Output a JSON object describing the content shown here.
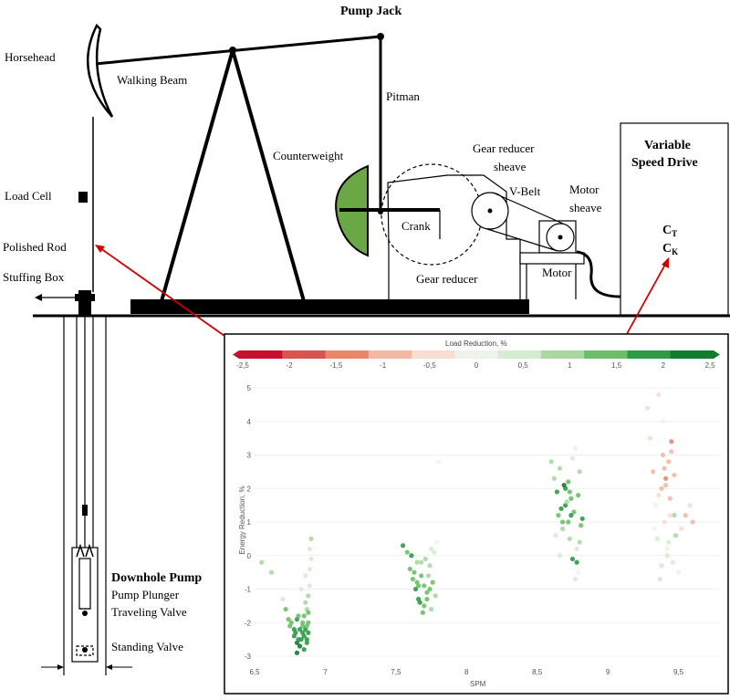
{
  "labels": {
    "title": "Pump Jack",
    "horsehead": "Horsehead",
    "walking_beam": "Walking  Beam",
    "pitman": "Pitman",
    "counterweight": "Counterweight",
    "gear_reducer_sheave_1": "Gear reducer",
    "gear_reducer_sheave_2": "sheave",
    "v_belt": "V-Belt",
    "motor_sheave_1": "Motor",
    "motor_sheave_2": "sheave",
    "crank": "Crank",
    "gear_reducer": "Gear reducer",
    "motor": "Motor",
    "vsd_1": "Variable",
    "vsd_2": "Speed Drive",
    "ct_main": "C",
    "ct_sub": "T",
    "ck_main": "C",
    "ck_sub": "K",
    "load_cell": "Load Cell",
    "polished_rod": "Polished  Rod",
    "stuffing_box": "Stuffing  Box",
    "downhole_pump": "Downhole Pump",
    "pump_plunger": "Pump Plunger",
    "traveling_valve": "Traveling  Valve",
    "standing_valve": "Standing  Valve"
  },
  "colors": {
    "counterweight": "#6aa845",
    "line": "#000000",
    "arrow": "#cc0000"
  },
  "chart_data": {
    "type": "scatter",
    "title": "Load Reduction, %",
    "xlabel": "SPM",
    "ylabel": "Energy Reduction, %",
    "xlim": [
      6.5,
      9.8
    ],
    "ylim": [
      -3,
      5
    ],
    "xticks": [
      "6,5",
      "7",
      "7,5",
      "8",
      "8,5",
      "9",
      "9,5"
    ],
    "yticks": [
      "-3",
      "-2",
      "-1",
      "0",
      "1",
      "2",
      "3",
      "4",
      "5"
    ],
    "colorbar": {
      "ticks": [
        "-2,5",
        "-2",
        "-1,5",
        "-1",
        "-0,5",
        "0",
        "0,5",
        "1",
        "1,5",
        "2",
        "2,5"
      ],
      "colors": [
        "#c8102e",
        "#d9534f",
        "#e8876a",
        "#f2b9a4",
        "#f7ddd2",
        "#eef3ec",
        "#d4ecd0",
        "#a8d8a0",
        "#6cbf68",
        "#2e9a46",
        "#107c2e"
      ]
    },
    "series": [
      {
        "x": [
          6.55,
          6.62,
          6.7,
          6.72,
          6.75,
          6.78,
          6.8,
          6.8,
          6.82,
          6.83,
          6.84,
          6.85,
          6.85,
          6.86,
          6.87,
          6.87,
          6.88,
          6.88,
          6.88,
          6.89,
          6.9,
          6.9,
          6.8,
          6.82,
          6.84,
          6.86,
          6.76,
          6.79,
          6.81,
          6.83,
          6.86,
          6.88,
          6.89,
          6.89,
          6.87,
          6.85,
          6.78,
          6.74,
          6.81,
          6.84,
          6.87
        ],
        "y": [
          -0.2,
          -0.5,
          -1.3,
          -1.6,
          -2.1,
          -2.4,
          -2.6,
          -2.9,
          -2.2,
          -2.5,
          -2.0,
          -1.8,
          -2.4,
          -2.2,
          -2.6,
          -1.6,
          -2.0,
          -2.3,
          -1.7,
          -0.9,
          -0.1,
          0.5,
          -1.9,
          -2.7,
          -2.1,
          -1.4,
          -2.0,
          -2.3,
          -1.8,
          -1.0,
          -0.6,
          -1.2,
          -0.4,
          0.2,
          -2.5,
          -2.8,
          -2.2,
          -1.9,
          -2.5,
          -2.3,
          -2.1
        ],
        "values": [
          1.0,
          1.2,
          0.8,
          1.5,
          1.8,
          2.2,
          2.5,
          2.6,
          2.4,
          2.0,
          1.9,
          1.7,
          2.3,
          2.1,
          2.4,
          1.2,
          1.8,
          2.0,
          1.6,
          0.9,
          0.7,
          1.4,
          2.2,
          2.5,
          1.9,
          1.1,
          1.7,
          2.1,
          1.6,
          0.8,
          0.6,
          1.0,
          0.5,
          0.9,
          2.3,
          2.4,
          2.0,
          1.8,
          2.2,
          2.0,
          1.9
        ]
      },
      {
        "x": [
          7.55,
          7.58,
          7.6,
          7.62,
          7.64,
          7.65,
          7.66,
          7.68,
          7.7,
          7.7,
          7.72,
          7.74,
          7.75,
          7.76,
          7.78,
          7.8,
          7.63,
          7.67,
          7.71,
          7.73,
          7.69,
          7.66,
          7.61,
          7.77,
          7.74,
          7.72,
          7.68,
          7.65,
          7.79,
          7.75
        ],
        "y": [
          0.3,
          0.1,
          -0.4,
          -0.7,
          -1.0,
          -0.2,
          -1.3,
          -0.6,
          -1.5,
          -0.9,
          -1.1,
          -0.3,
          0.2,
          -0.8,
          -1.2,
          2.8,
          -0.5,
          -1.4,
          -0.1,
          -0.6,
          -1.7,
          -0.9,
          0.0,
          0.1,
          -1.0,
          -1.3,
          -0.2,
          -0.8,
          0.4,
          -1.6
        ],
        "values": [
          2.3,
          1.9,
          1.6,
          1.8,
          2.0,
          1.2,
          2.2,
          1.5,
          1.8,
          1.9,
          1.7,
          1.0,
          0.8,
          1.6,
          1.4,
          0.3,
          1.5,
          2.0,
          1.1,
          1.3,
          1.8,
          1.9,
          2.1,
          0.7,
          1.6,
          1.9,
          1.0,
          1.5,
          0.4,
          1.2
        ]
      },
      {
        "x": [
          8.6,
          8.62,
          8.64,
          8.65,
          8.66,
          8.68,
          8.7,
          8.7,
          8.72,
          8.73,
          8.74,
          8.75,
          8.76,
          8.77,
          8.78,
          8.79,
          8.8,
          8.81,
          8.82,
          8.69,
          8.71,
          8.67,
          8.63,
          8.75,
          8.77,
          8.73,
          8.78,
          8.8,
          8.66,
          8.72,
          8.74,
          8.79,
          8.68
        ],
        "y": [
          2.8,
          2.3,
          1.9,
          1.2,
          2.6,
          0.8,
          1.5,
          2.0,
          1.0,
          0.5,
          1.7,
          -0.1,
          1.3,
          -0.7,
          0.2,
          1.8,
          2.5,
          0.9,
          1.1,
          2.1,
          1.6,
          1.4,
          0.6,
          2.9,
          3.2,
          1.9,
          -0.2,
          0.4,
          0.0,
          2.2,
          1.2,
          -0.5,
          1.0
        ],
        "values": [
          1.2,
          1.4,
          2.2,
          1.8,
          1.0,
          1.3,
          2.4,
          2.2,
          1.6,
          1.1,
          1.9,
          2.1,
          1.5,
          0.5,
          0.8,
          1.7,
          1.2,
          1.9,
          2.3,
          2.5,
          1.4,
          2.0,
          0.7,
          0.6,
          0.3,
          1.5,
          2.0,
          1.0,
          0.9,
          1.6,
          2.1,
          0.4,
          1.8
        ]
      },
      {
        "x": [
          9.28,
          9.3,
          9.32,
          9.34,
          9.35,
          9.36,
          9.38,
          9.39,
          9.4,
          9.41,
          9.42,
          9.43,
          9.44,
          9.45,
          9.46,
          9.47,
          9.48,
          9.5,
          9.52,
          9.55,
          9.58,
          9.6,
          9.37,
          9.4,
          9.42,
          9.45,
          9.33,
          9.36,
          9.44,
          9.41,
          9.39,
          9.47,
          9.38,
          9.43
        ],
        "y": [
          4.4,
          3.5,
          2.5,
          1.5,
          0.5,
          4.8,
          2.0,
          3.0,
          1.0,
          2.3,
          0.2,
          2.8,
          1.7,
          3.4,
          -0.2,
          1.2,
          0.6,
          -0.5,
          0.8,
          1.2,
          1.5,
          1.0,
          -0.7,
          2.6,
          0.0,
          3.1,
          0.8,
          1.8,
          1.2,
          2.1,
          4.0,
          2.4,
          -0.3,
          0.4
        ],
        "values": [
          -0.3,
          0.6,
          -0.8,
          0.4,
          0.5,
          -0.2,
          -1.0,
          -0.9,
          -0.4,
          -1.1,
          0.3,
          -1.0,
          -0.9,
          -1.2,
          0.6,
          1.1,
          1.0,
          0.4,
          -0.5,
          -0.6,
          -0.4,
          -0.8,
          0.5,
          -0.7,
          0.9,
          -0.6,
          0.4,
          -0.5,
          -0.3,
          -0.8,
          0.3,
          -1.0,
          0.5,
          0.8
        ]
      }
    ]
  }
}
